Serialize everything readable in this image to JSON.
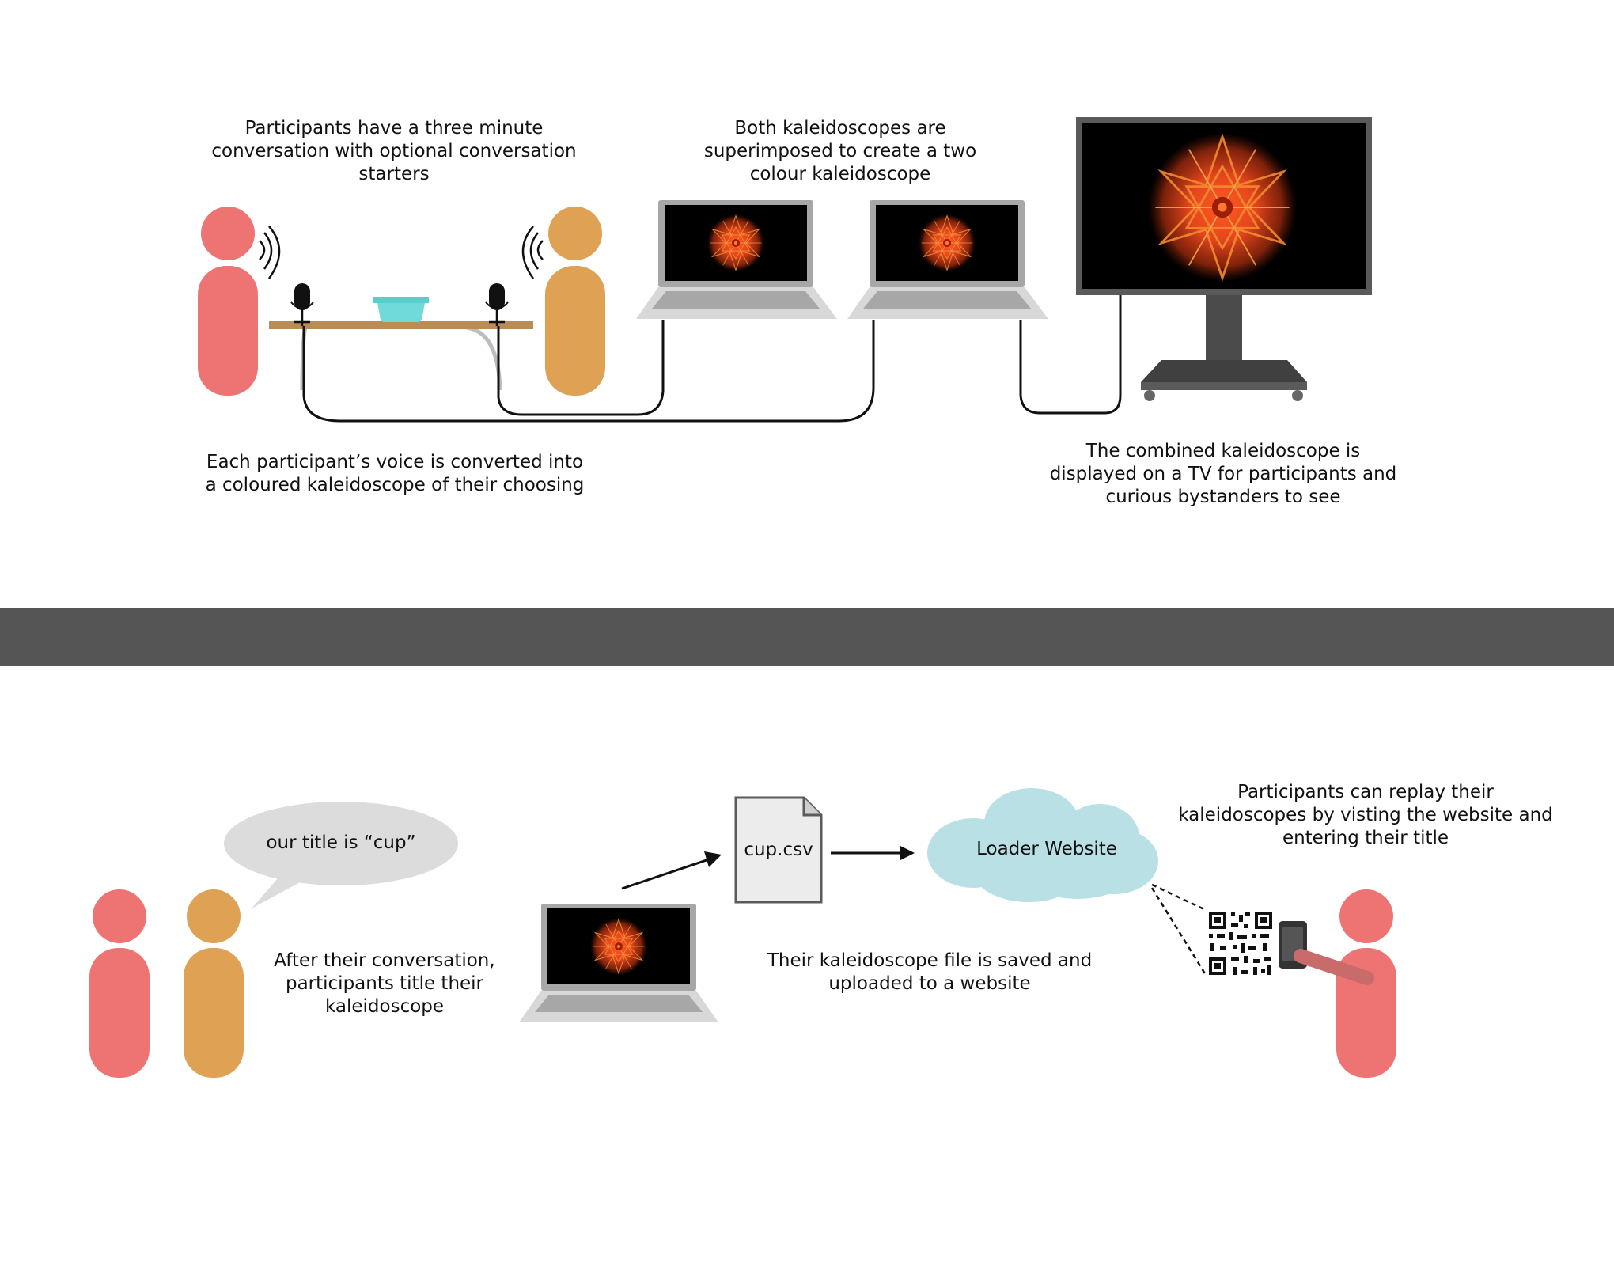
{
  "colors": {
    "participant_a": "#ee7373",
    "participant_b": "#dfa154",
    "divider": "#555555",
    "table": "#b98d55",
    "bowl": "#70d9d9",
    "cloud": "#b9e0e4",
    "device": "#a7a7a7",
    "screen": "#000000",
    "kaleidoscope": "#e04a1a",
    "speech_bubble": "#dcdcdc",
    "file": "#ececec"
  },
  "icons": {
    "microphone": "microphone-icon",
    "laptop": "laptop-icon",
    "tv": "tv-monitor-icon",
    "file": "csv-file-icon",
    "cloud": "cloud-icon",
    "qr": "qr-code-icon",
    "phone": "phone-icon"
  },
  "captions": {
    "conversation": "Participants have a three minute\nconversation with optional conversation\nstarters",
    "superimposed": "Both kaleidoscopes are\nsuperimposed to create a two\ncolour kaleidoscope",
    "voice_converted": "Each participant’s voice is converted into\na coloured kaleidoscope of their choosing",
    "tv_display": "The combined kaleidoscope is\ndisplayed on a TV for participants and\ncurious bystanders to see",
    "title_kaleidoscope": "After their conversation,\nparticipants title their\nkaleidoscope",
    "file_saved": "Their kaleidoscope file is saved and\nuploaded to a website",
    "replay": "Participants can replay their\nkaleidoscopes by visting the website and\nentering their title"
  },
  "speech_bubble": {
    "text": "our title is “cup”"
  },
  "file": {
    "name": "cup.csv"
  },
  "cloud": {
    "label": "Loader Website"
  }
}
